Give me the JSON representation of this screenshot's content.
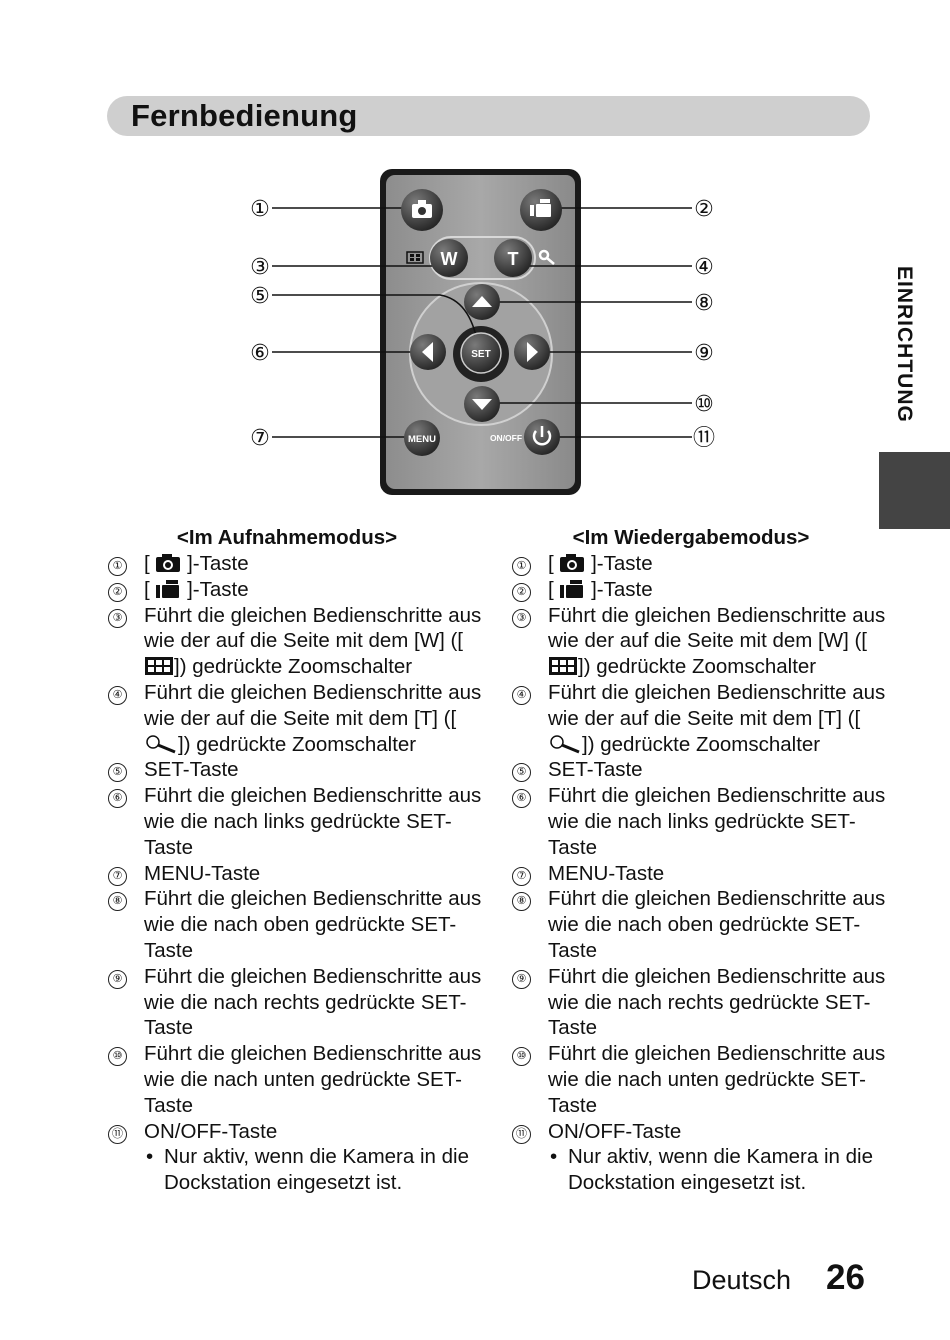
{
  "title": "Fernbedienung",
  "side_tab": "EINRICHTUNG",
  "remote": {
    "labels": [
      "①",
      "②",
      "③",
      "④",
      "⑤",
      "⑥",
      "⑦",
      "⑧",
      "⑨",
      "⑩",
      "⑪"
    ],
    "btn_w": "W",
    "btn_t": "T",
    "btn_set": "SET",
    "btn_menu": "MENU",
    "btn_onoff": "ON/OFF"
  },
  "left": {
    "heading": "<Im Aufnahmemodus>",
    "n1": "①",
    "n2": "②",
    "n3": "③",
    "n4": "④",
    "n5": "⑤",
    "n6": "⑥",
    "n7": "⑦",
    "n8": "⑧",
    "n9": "⑨",
    "n10": "⑩",
    "n11": "⑪",
    "i1_pre": "[",
    "i1_post": "]-Taste",
    "i2_pre": "[",
    "i2_post": "]-Taste",
    "i3_a": "Führt die gleichen Bedienschritte aus wie der auf die Seite mit dem [W] ([",
    "i3_b": "]) gedrückte Zoomschalter",
    "i4_a": "Führt die gleichen Bedienschritte aus wie der auf die Seite mit dem [T] ([",
    "i4_b": "]) gedrückte Zoomschalter",
    "i5": "SET-Taste",
    "i6": "Führt die gleichen Bedienschritte aus wie die nach links gedrückte SET-Taste",
    "i7": "MENU-Taste",
    "i8": "Führt die gleichen Bedienschritte aus wie die nach oben gedrückte SET-Taste",
    "i9": "Führt die gleichen Bedienschritte aus wie die nach rechts gedrückte SET-Taste",
    "i10": "Führt die gleichen Bedienschritte aus wie die nach unten gedrückte SET-Taste",
    "i11": "ON/OFF-Taste",
    "bullet_dot": "•",
    "bullet": "Nur aktiv, wenn die Kamera in die Dockstation eingesetzt ist."
  },
  "right": {
    "heading": "<Im Wiedergabemodus>",
    "n1": "①",
    "n2": "②",
    "n3": "③",
    "n4": "④",
    "n5": "⑤",
    "n6": "⑥",
    "n7": "⑦",
    "n8": "⑧",
    "n9": "⑨",
    "n10": "⑩",
    "n11": "⑪",
    "i1_pre": "[",
    "i1_post": "]-Taste",
    "i2_pre": "[",
    "i2_post": "]-Taste",
    "i3_a": "Führt die gleichen Bedienschritte aus wie der auf die Seite mit dem [W] ([",
    "i3_b": "]) gedrückte Zoomschalter",
    "i4_a": "Führt die gleichen Bedienschritte aus wie der auf die Seite mit dem [T] ([",
    "i4_b": "]) gedrückte Zoomschalter",
    "i5": "SET-Taste",
    "i6": "Führt die gleichen Bedienschritte aus wie die nach links gedrückte SET-Taste",
    "i7": "MENU-Taste",
    "i8": "Führt die gleichen Bedienschritte aus wie die nach oben gedrückte SET-Taste",
    "i9": "Führt die gleichen Bedienschritte aus wie die nach rechts gedrückte SET-Taste",
    "i10": "Führt die gleichen Bedienschritte aus wie die nach unten gedrückte SET-Taste",
    "i11": "ON/OFF-Taste",
    "bullet_dot": "•",
    "bullet": "Nur aktiv, wenn die Kamera in die Dockstation eingesetzt ist."
  },
  "footer": {
    "language": "Deutsch",
    "page": "26"
  }
}
